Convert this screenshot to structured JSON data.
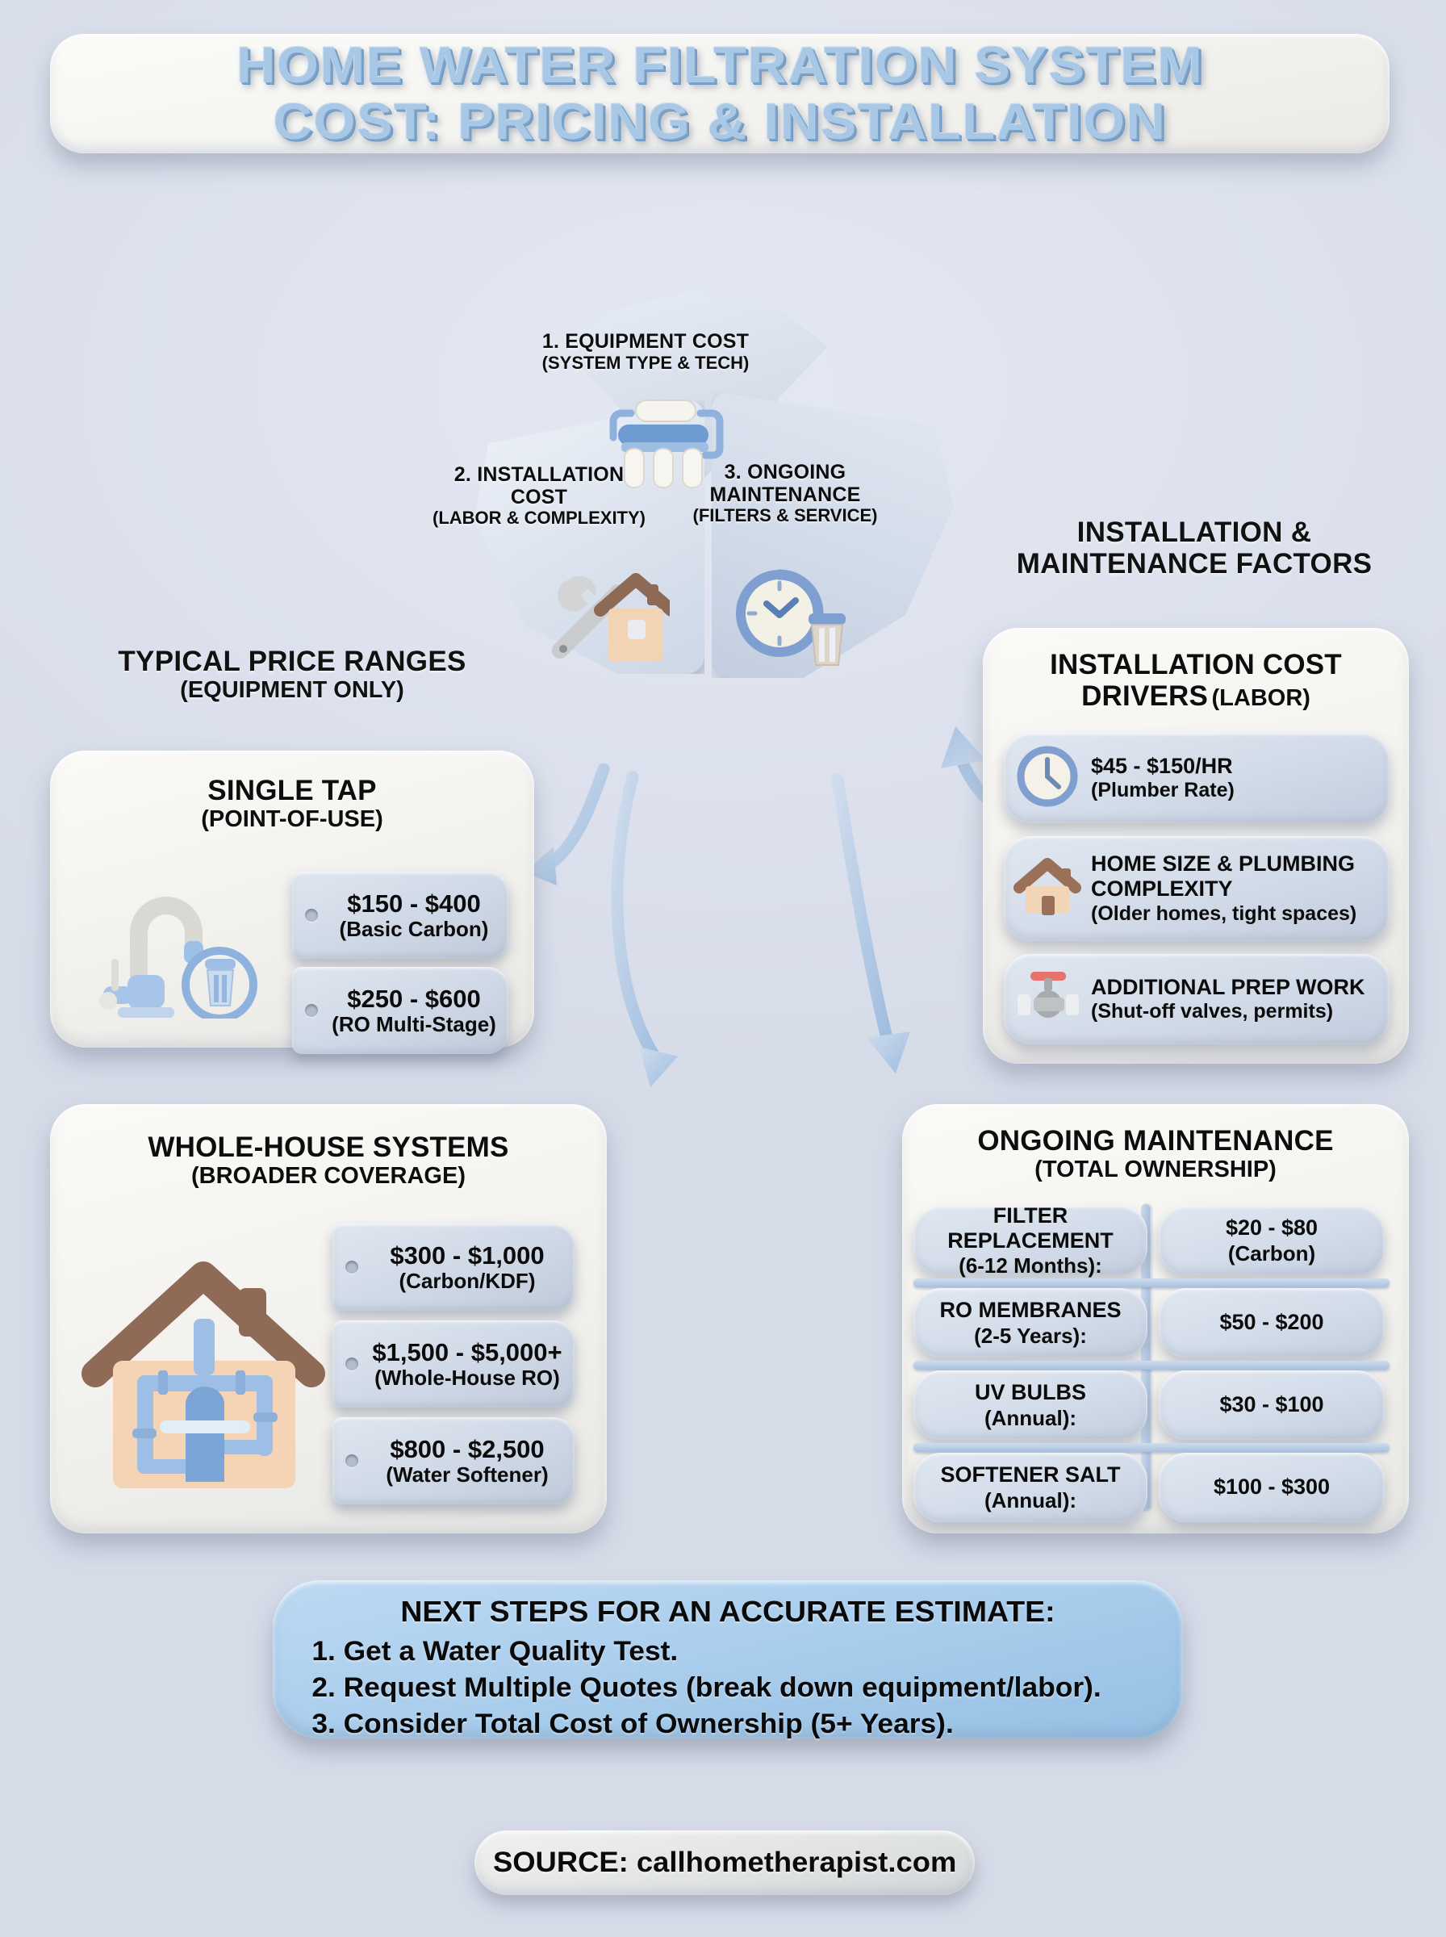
{
  "title": {
    "line1": "HOME WATER FILTRATION SYSTEM",
    "line2": "COST: PRICING & INSTALLATION"
  },
  "pie": {
    "slices": [
      {
        "label": "1. EQUIPMENT COST",
        "sub": "(SYSTEM TYPE & TECH)",
        "icon": "water-filter-cartridges-icon"
      },
      {
        "label": "2. INSTALLATION",
        "label2": "COST",
        "sub": "(LABOR & COMPLEXITY)",
        "icon": "wrench-and-house-icon"
      },
      {
        "label": "3. ONGOING",
        "label2": "MAINTENANCE",
        "sub": "(FILTERS & SERVICE)",
        "icon": "clock-and-filter-icon"
      }
    ]
  },
  "left_section": {
    "heading_l1": "TYPICAL PRICE RANGES",
    "heading_l2": "(EQUIPMENT ONLY)",
    "single_tap": {
      "title_l1": "SINGLE TAP",
      "title_l2": "(POINT-OF-USE)",
      "icon": "faucet-with-filter-icon",
      "tags": [
        {
          "amount": "$150 - $400",
          "note": "(Basic Carbon)"
        },
        {
          "amount": "$250 - $600",
          "note": "(RO Multi-Stage)"
        }
      ]
    },
    "whole_house": {
      "title_l1": "WHOLE-HOUSE SYSTEMS",
      "title_l2": "(BROADER COVERAGE)",
      "icon": "house-with-plumbing-icon",
      "tags": [
        {
          "amount": "$300 - $1,000",
          "note": "(Carbon/KDF)"
        },
        {
          "amount": "$1,500 - $5,000+",
          "note": "(Whole-House RO)"
        },
        {
          "amount": "$800 - $2,500",
          "note": "(Water Softener)"
        }
      ]
    }
  },
  "right_section": {
    "heading_l1": "INSTALLATION &",
    "heading_l2": "MAINTENANCE FACTORS",
    "drivers": {
      "title_l1": "INSTALLATION COST",
      "title_l2": "DRIVERS",
      "title_l3": "(LABOR)",
      "items": [
        {
          "icon": "clock-icon",
          "line1": "$45 - $150/HR",
          "line2": "(Plumber Rate)"
        },
        {
          "icon": "house-icon",
          "line1": "HOME SIZE & PLUMBING",
          "line1b": "COMPLEXITY",
          "line2": "(Older homes, tight spaces)"
        },
        {
          "icon": "valve-icon",
          "line1": "ADDITIONAL PREP WORK",
          "line2": "(Shut-off valves, permits)"
        }
      ]
    },
    "maintenance": {
      "title_l1": "ONGOING MAINTENANCE",
      "title_l2": "(TOTAL OWNERSHIP)",
      "rows": [
        {
          "item": "FILTER REPLACEMENT",
          "period": "(6-12 Months):",
          "cost": "$20 - $80",
          "cost_note": "(Carbon)"
        },
        {
          "item": "RO MEMBRANES",
          "period": "(2-5 Years):",
          "cost": "$50 - $200",
          "cost_note": ""
        },
        {
          "item": "UV BULBS",
          "period": "(Annual):",
          "cost": "$30 - $100",
          "cost_note": ""
        },
        {
          "item": "SOFTENER SALT",
          "period": "(Annual):",
          "cost": "$100 - $300",
          "cost_note": ""
        }
      ]
    }
  },
  "banner": {
    "heading": "NEXT STEPS FOR AN ACCURATE ESTIMATE:",
    "step1": "1. Get a Water Quality Test.",
    "step2": "2. Request Multiple Quotes (break down equipment/labor).",
    "step3": "3. Consider Total Cost of Ownership (5+ Years)."
  },
  "source": {
    "text": "SOURCE: callhometherapist.com"
  },
  "colors": {
    "background": "#dde2ee",
    "title_text": "#a9c8e6",
    "banner_bg": "#a9cdec",
    "accent_blue": "#7ea9d6",
    "tag_bg": "#cfd8e6"
  }
}
